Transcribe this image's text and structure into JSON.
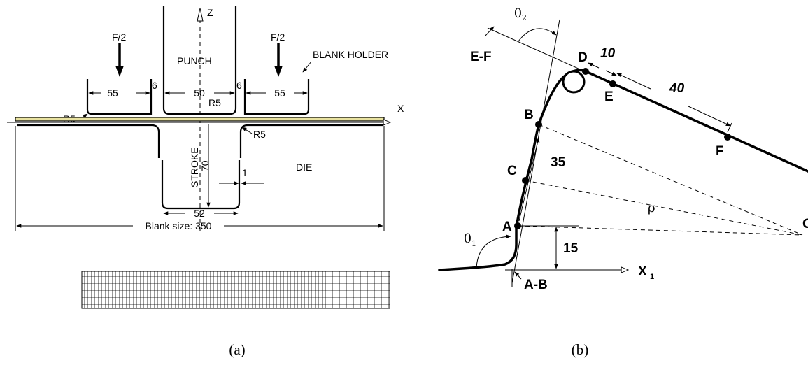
{
  "panel_a": {
    "z_axis": "Z",
    "x_axis": "X",
    "force_left": "F/2",
    "force_right": "F/2",
    "punch": "PUNCH",
    "blank_holder": "BLANK HOLDER",
    "die": "DIE",
    "dim_55_left": "55",
    "dim_6_left": "6",
    "dim_50": "50",
    "dim_6_right": "6",
    "dim_55_right": "55",
    "r5_holder": "R5",
    "r5_punch": "R5",
    "r5_die": "R5",
    "stroke": "STROKE",
    "stroke_value": "70",
    "dim_1": "1",
    "dim_52": "52",
    "blank_size": "Blank size: 350",
    "caption": "(a)"
  },
  "panel_b": {
    "theta1": "θ",
    "theta1_sub": "1",
    "theta2": "θ",
    "theta2_sub": "2",
    "section_ef": "E-F",
    "section_ab": "A-B",
    "point_a": "A",
    "point_b": "B",
    "point_c": "C",
    "point_d": "D",
    "point_e": "E",
    "point_f": "F",
    "point_o": "O",
    "dim_10": "10",
    "dim_40": "40",
    "dim_35": "35",
    "dim_15": "15",
    "rho": "ρ",
    "x1_axis": "X",
    "x1_sub": "1",
    "caption": "(b)"
  }
}
